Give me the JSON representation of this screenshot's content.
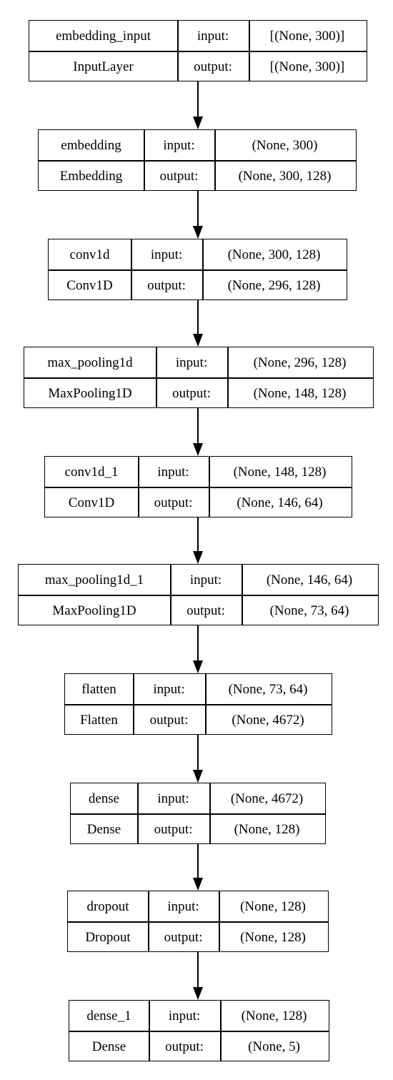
{
  "diagram": {
    "layers": [
      {
        "name": "embedding_input",
        "type": "InputLayer",
        "input_label": "input:",
        "output_label": "output:",
        "input": "[(None, 300)]",
        "output": "[(None, 300)]"
      },
      {
        "name": "embedding",
        "type": "Embedding",
        "input_label": "input:",
        "output_label": "output:",
        "input": "(None, 300)",
        "output": "(None, 300, 128)"
      },
      {
        "name": "conv1d",
        "type": "Conv1D",
        "input_label": "input:",
        "output_label": "output:",
        "input": "(None, 300, 128)",
        "output": "(None, 296, 128)"
      },
      {
        "name": "max_pooling1d",
        "type": "MaxPooling1D",
        "input_label": "input:",
        "output_label": "output:",
        "input": "(None, 296, 128)",
        "output": "(None, 148, 128)"
      },
      {
        "name": "conv1d_1",
        "type": "Conv1D",
        "input_label": "input:",
        "output_label": "output:",
        "input": "(None, 148, 128)",
        "output": "(None, 146, 64)"
      },
      {
        "name": "max_pooling1d_1",
        "type": "MaxPooling1D",
        "input_label": "input:",
        "output_label": "output:",
        "input": "(None, 146, 64)",
        "output": "(None, 73, 64)"
      },
      {
        "name": "flatten",
        "type": "Flatten",
        "input_label": "input:",
        "output_label": "output:",
        "input": "(None, 73, 64)",
        "output": "(None, 4672)"
      },
      {
        "name": "dense",
        "type": "Dense",
        "input_label": "input:",
        "output_label": "output:",
        "input": "(None, 4672)",
        "output": "(None, 128)"
      },
      {
        "name": "dropout",
        "type": "Dropout",
        "input_label": "input:",
        "output_label": "output:",
        "input": "(None, 128)",
        "output": "(None, 128)"
      },
      {
        "name": "dense_1",
        "type": "Dense",
        "input_label": "input:",
        "output_label": "output:",
        "input": "(None, 128)",
        "output": "(None, 5)"
      }
    ]
  }
}
